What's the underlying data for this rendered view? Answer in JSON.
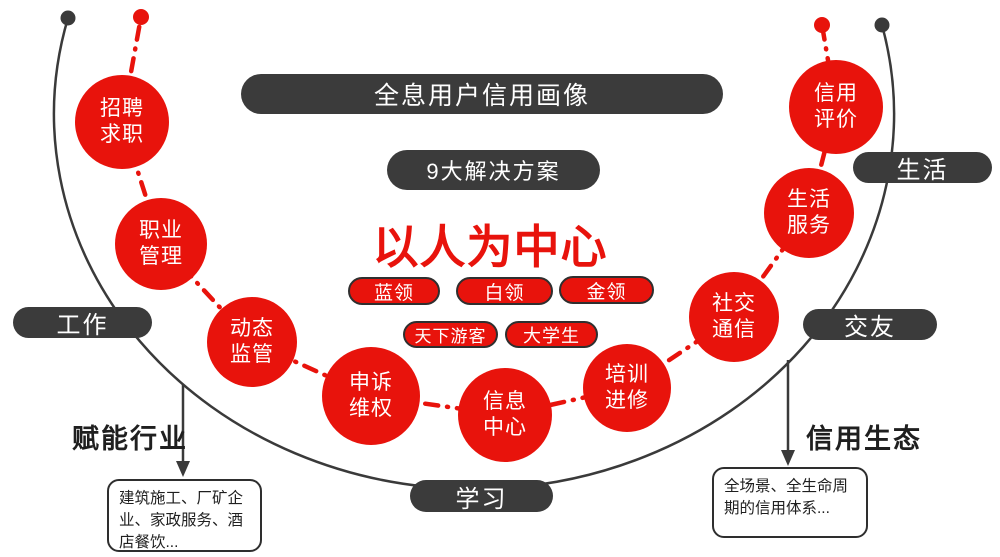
{
  "banners": {
    "main": "全息用户信用画像",
    "sub": "9大解决方案"
  },
  "center": {
    "title": "以人为中心"
  },
  "tags": [
    "蓝领",
    "白领",
    "金领",
    "天下游客",
    "大学生"
  ],
  "circles": [
    "招聘\n求职",
    "职业\n管理",
    "动态\n监管",
    "申诉\n维权",
    "信息\n中心",
    "培训\n进修",
    "社交\n通信",
    "生活\n服务",
    "信用\n评价"
  ],
  "quadrants": {
    "work": "工作",
    "study": "学习",
    "friends": "交友",
    "life": "生活"
  },
  "annotations": {
    "left": {
      "title": "赋能行业",
      "body": "建筑施工、厂矿企业、家政服务、酒店餐饮..."
    },
    "right": {
      "title": "信用生态",
      "body": "全场景、全生命周期的信用体系..."
    }
  },
  "colors": {
    "accent_red": "#e8130c",
    "dark_gray": "#3b3b3b"
  }
}
